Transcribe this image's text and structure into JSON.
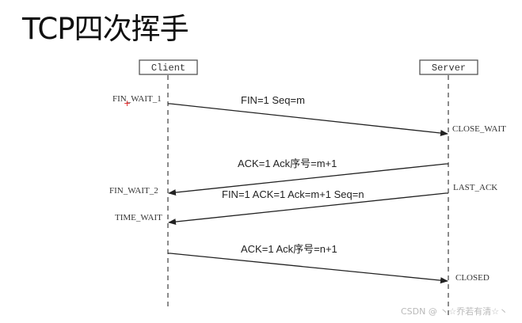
{
  "title": "TCP四次挥手",
  "diagram": {
    "type": "sequence",
    "participants": [
      {
        "id": "client",
        "label": "Client"
      },
      {
        "id": "server",
        "label": "Server"
      }
    ],
    "client_states": [
      "FIN_WAIT_1",
      "FIN_WAIT_2",
      "TIME_WAIT"
    ],
    "server_states": [
      "CLOSE_WAIT",
      "LAST_ACK",
      "CLOSED"
    ],
    "messages": [
      {
        "from": "client",
        "to": "server",
        "label": "FIN=1  Seq=m"
      },
      {
        "from": "server",
        "to": "client",
        "label": "ACK=1 Ack序号=m+1"
      },
      {
        "from": "server",
        "to": "client",
        "label": "FIN=1 ACK=1 Ack=m+1 Seq=n"
      },
      {
        "from": "client",
        "to": "server",
        "label": "ACK=1 Ack序号=n+1"
      }
    ]
  },
  "watermark": "CSDN @ 丶☆乔若有清☆丶"
}
